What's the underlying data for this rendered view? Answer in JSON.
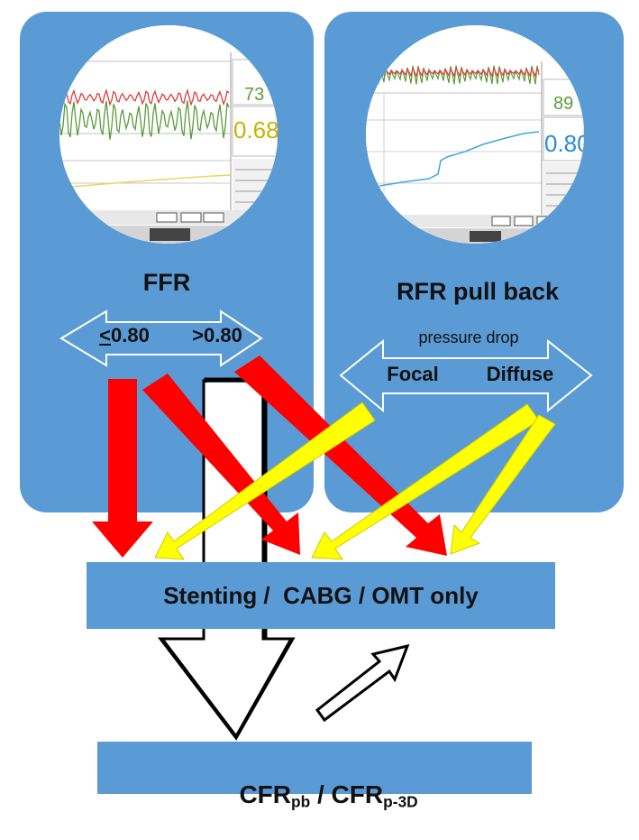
{
  "ffr_panel": {
    "title": "FFR",
    "left_threshold_symbol": "<",
    "left_threshold_value": "0.80",
    "right_threshold": ">0.80",
    "monitor": {
      "value_top": "73",
      "value_main": "0.68"
    }
  },
  "rfr_panel": {
    "title": "RFR pull back",
    "subtitle": "pressure drop",
    "left_label": "Focal",
    "right_label": "Diffuse",
    "monitor": {
      "value_top": "89",
      "value_main": "0.80"
    }
  },
  "treatment_box": {
    "label": "Stenting /  CABG / OMT only"
  },
  "cfr_box": {
    "part1": "CFR",
    "sub1": "pb",
    "separator": " / ",
    "part2": "CFR",
    "sub2": "p-3D"
  },
  "colors": {
    "panel_blue": "#5b9bd5",
    "ffr_arrow": "#ff0000",
    "rfr_arrow": "#ffff00",
    "outline_arrow": "#ffffff",
    "trace_red": "#e03b3b",
    "trace_green": "#5a9a3a",
    "trace_blue": "#3fa9d8",
    "monitor_green": "#5c9e3b",
    "monitor_yellow": "#c8b400",
    "monitor_blue": "#2a8bd6"
  }
}
